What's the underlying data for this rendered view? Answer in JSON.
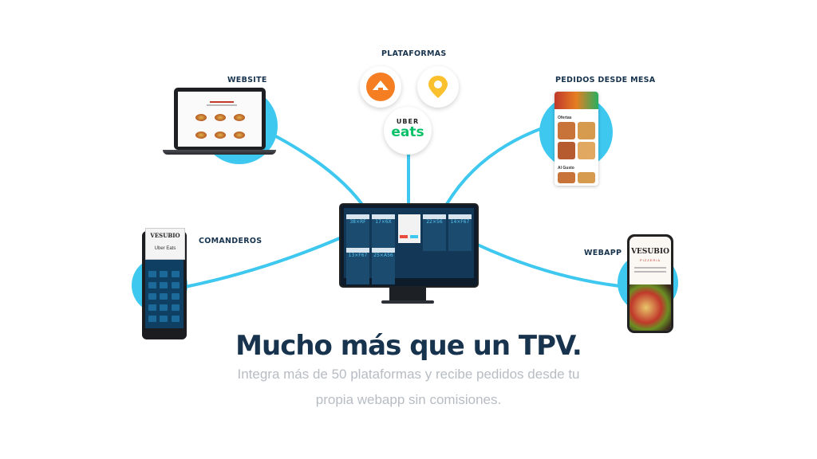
{
  "labels": {
    "website": "WEBSITE",
    "plataformas": "PLATAFORMAS",
    "pedidos_mesa": "PEDIDOS DESDE MESA",
    "comanderos": "COMANDEROS",
    "webapp": "WEBAPP"
  },
  "headline": "Mucho más que un TPV.",
  "subtitle_line1": "Integra más de 50 plataformas y recibe pedidos desde tu",
  "subtitle_line2": "propia webapp sin comisiones.",
  "logos": {
    "uber_top": "UBER",
    "uber_bottom": "eats",
    "vesubio": "VESUBIO",
    "pizzeria": "PIZZERIA",
    "uber_ticket": "Uber Eats"
  },
  "menu": {
    "ofertas": "Ofertas",
    "al_gusto": "Al Gusto"
  },
  "colors": {
    "accent": "#3ec8ef",
    "navy": "#17334d",
    "subtitle": "#b7bcc3"
  }
}
